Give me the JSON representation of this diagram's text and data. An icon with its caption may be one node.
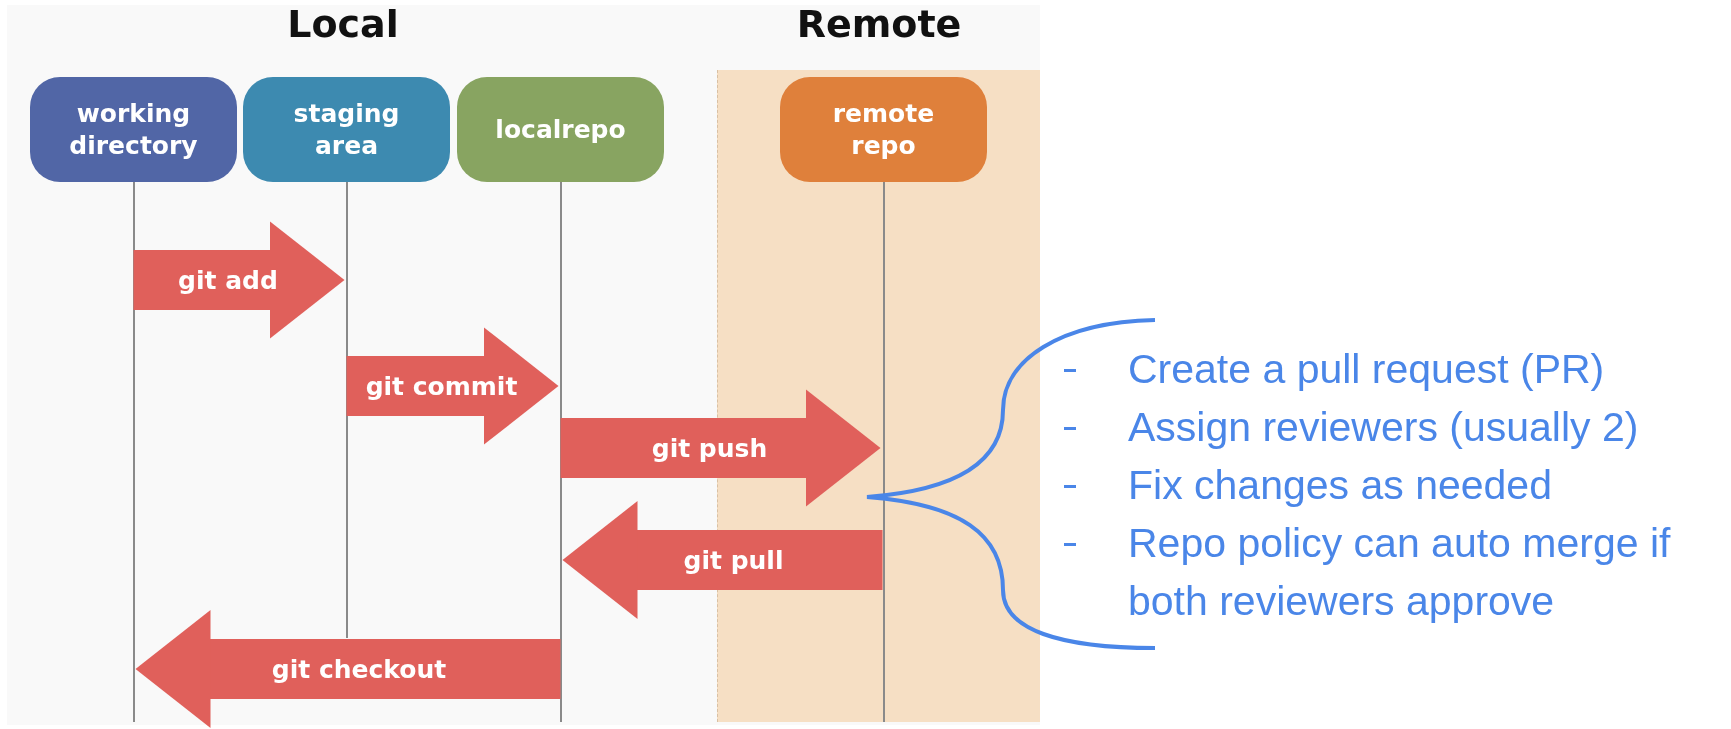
{
  "diagram": {
    "nodes": [
      {
        "text": [
          "Remote"
        ]
      },
      {
        "text": [
          "working directory"
        ]
      },
      {
        "text": [
          "staging area"
        ]
      },
      {
        "text": [
          "localrepo"
        ]
      },
      {
        "text": [
          "remote repo"
        ],
        "in": 0
      }
    ],
    "edges": [
      {
        "from": 1,
        "to": 2,
        "arrow": "to",
        "label": "git add"
      },
      {
        "from": 2,
        "to": 3,
        "arrow": "to",
        "label": "git commit"
      },
      {
        "from": 3,
        "to": 4,
        "arrow": "to",
        "label": "git push"
      },
      {
        "from": 4,
        "to": 3,
        "arrow": "to",
        "label": "git pull"
      },
      {
        "from": 3,
        "to": 1,
        "arrow": "to",
        "label": "git checkout"
      }
    ],
    "labels": [
      "Local",
      "Create a pull request (PR)",
      "Assign reviewers (usually 2)",
      "Fix changes as needed",
      "Repo policy can auto merge if both reviewers approve"
    ]
  }
}
